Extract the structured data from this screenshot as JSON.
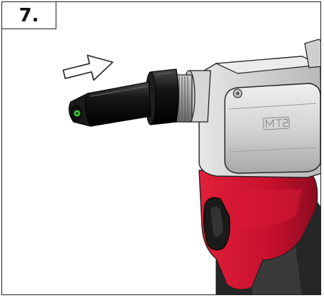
{
  "step": {
    "number": "7."
  },
  "illustration": {
    "brand_mark": "MT2",
    "icons": [
      "arrow-right-outline-icon",
      "rivet-tool-illustration"
    ],
    "colors": {
      "housing": "#d8d8d8",
      "housing_shadow": "#b4b4b4",
      "grip_red": "#c8102e",
      "grip_dark": "#1e1e1e",
      "nose_black": "#0f0f0f",
      "nozzle_tip": "#3cc43c",
      "outline": "#222222"
    }
  }
}
